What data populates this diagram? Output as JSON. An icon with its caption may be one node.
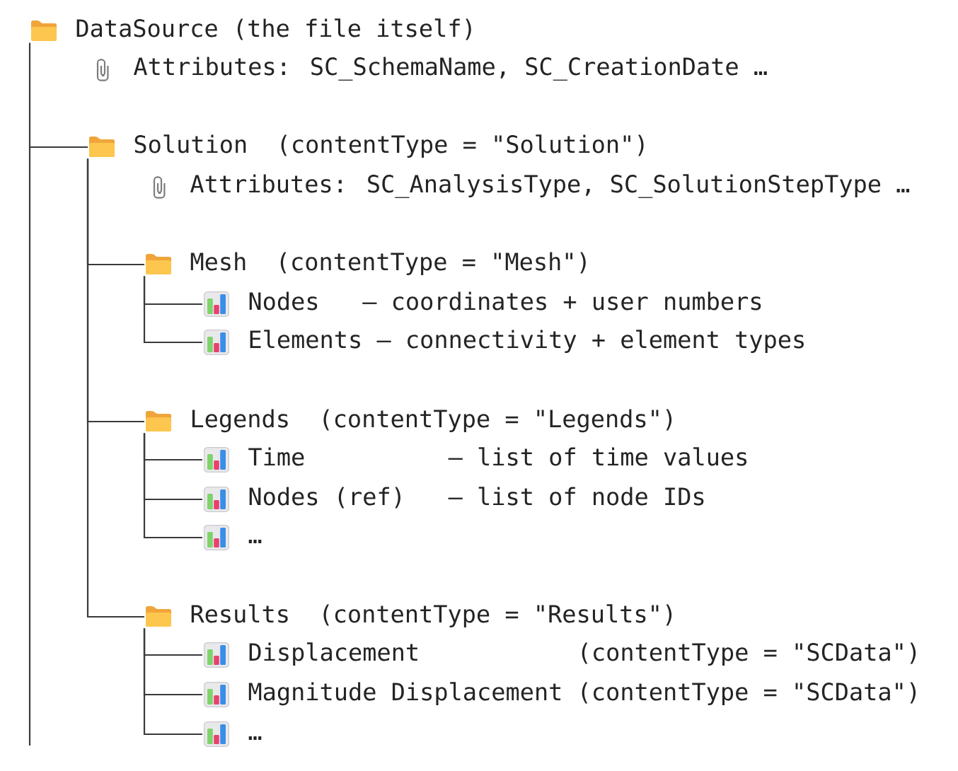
{
  "diagram": {
    "nodes": [
      {
        "text": [
          "DataSource (the file itself)"
        ]
      },
      {
        "text": [
          "Attributes: SC_SchemaName, SC_CreationDate …"
        ]
      },
      {
        "text": [
          "Solution  (contentType = \"Solution\")"
        ]
      },
      {
        "text": [
          "Attributes: SC_AnalysisType, SC_SolutionStepType …"
        ]
      },
      {
        "text": [
          "Mesh  (contentType = \"Mesh\")"
        ]
      },
      {
        "text": [
          "Nodes   — coordinates + user numbers"
        ]
      },
      {
        "text": [
          "Elements — connectivity + element types"
        ]
      },
      {
        "text": [
          "Legends  (contentType = \"Legends\")"
        ]
      },
      {
        "text": [
          "Time          — list of time values"
        ]
      },
      {
        "text": [
          "Nodes (ref)   — list of node IDs"
        ]
      },
      {
        "text": [
          "…"
        ]
      },
      {
        "text": [
          "Results  (contentType = \"Results\")"
        ]
      },
      {
        "text": [
          "Displacement           (contentType = \"SCData\")"
        ]
      },
      {
        "text": [
          "Magnitude Displacement (contentType = \"SCData\")"
        ]
      },
      {
        "text": [
          "…"
        ]
      }
    ],
    "edges": [
      {
        "from": 0,
        "to": 2,
        "arrow": "none"
      },
      {
        "from": 2,
        "to": 4,
        "arrow": "none"
      },
      {
        "from": 2,
        "to": 7,
        "arrow": "none"
      },
      {
        "from": 2,
        "to": 11,
        "arrow": "none"
      },
      {
        "from": 4,
        "to": 5,
        "arrow": "none"
      },
      {
        "from": 4,
        "to": 6,
        "arrow": "none"
      },
      {
        "from": 7,
        "to": 8,
        "arrow": "none"
      },
      {
        "from": 7,
        "to": 9,
        "arrow": "none"
      },
      {
        "from": 7,
        "to": 10,
        "arrow": "none"
      },
      {
        "from": 11,
        "to": 12,
        "arrow": "none"
      },
      {
        "from": 11,
        "to": 13,
        "arrow": "none"
      },
      {
        "from": 11,
        "to": 14,
        "arrow": "none"
      }
    ]
  }
}
